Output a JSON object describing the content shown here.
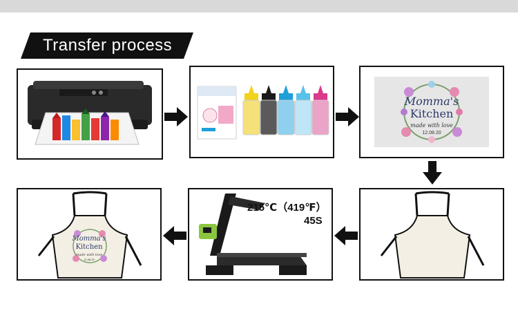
{
  "title": "Transfer process",
  "card_text": {
    "momma": "Momma's",
    "kitchen": "Kitchen",
    "made_with_love": "made with love",
    "date": "12.08.20"
  },
  "heat_press": {
    "temperature": "215℃（419℉）",
    "time": "45S"
  },
  "colors": {
    "banner": "#111111",
    "press_accent": "#8cc63f",
    "ink_yellow": "#f2d21b",
    "ink_black": "#1a1a1a",
    "ink_cyan": "#1e9fd9",
    "ink_light_cyan": "#56c1ea",
    "ink_magenta": "#d93a8c",
    "ink_light_magenta": "#e784b7"
  },
  "steps": [
    "printer",
    "sublimation-paper-and-ink",
    "printed-transfer",
    "blank-apron",
    "heat-press",
    "finished-apron"
  ]
}
